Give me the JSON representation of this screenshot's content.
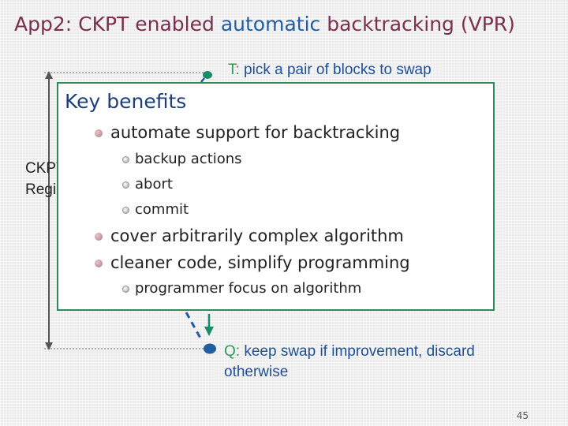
{
  "slide": {
    "title_part1": "App2: CKPT enabled ",
    "title_accent": "automatic",
    "title_part2": " backtracking (VPR)",
    "page_number": "45"
  },
  "annotations": {
    "t_prefix": "T:",
    "t_text": " pick a pair of blocks to swap",
    "q_prefix": "Q:",
    "q_text": " keep swap if improvement, discard otherwise"
  },
  "side_labels": {
    "line1": "CKPT",
    "line2": "Region"
  },
  "key_benefits": {
    "heading": "Key benefits",
    "items": [
      {
        "text": "automate support for backtracking"
      },
      {
        "text": "backup actions"
      },
      {
        "text": "abort"
      },
      {
        "text": "commit"
      },
      {
        "text": "cover arbitrarily complex algorithm"
      },
      {
        "text": "cleaner code, simplify programming"
      },
      {
        "text": "programmer focus on algorithm"
      }
    ]
  },
  "colors": {
    "title": "#7b2e4e",
    "accent": "#1f5fa0",
    "box_border": "#2e8b57",
    "node_green": "#1a8a6a",
    "node_blue": "#1f5fa0"
  }
}
